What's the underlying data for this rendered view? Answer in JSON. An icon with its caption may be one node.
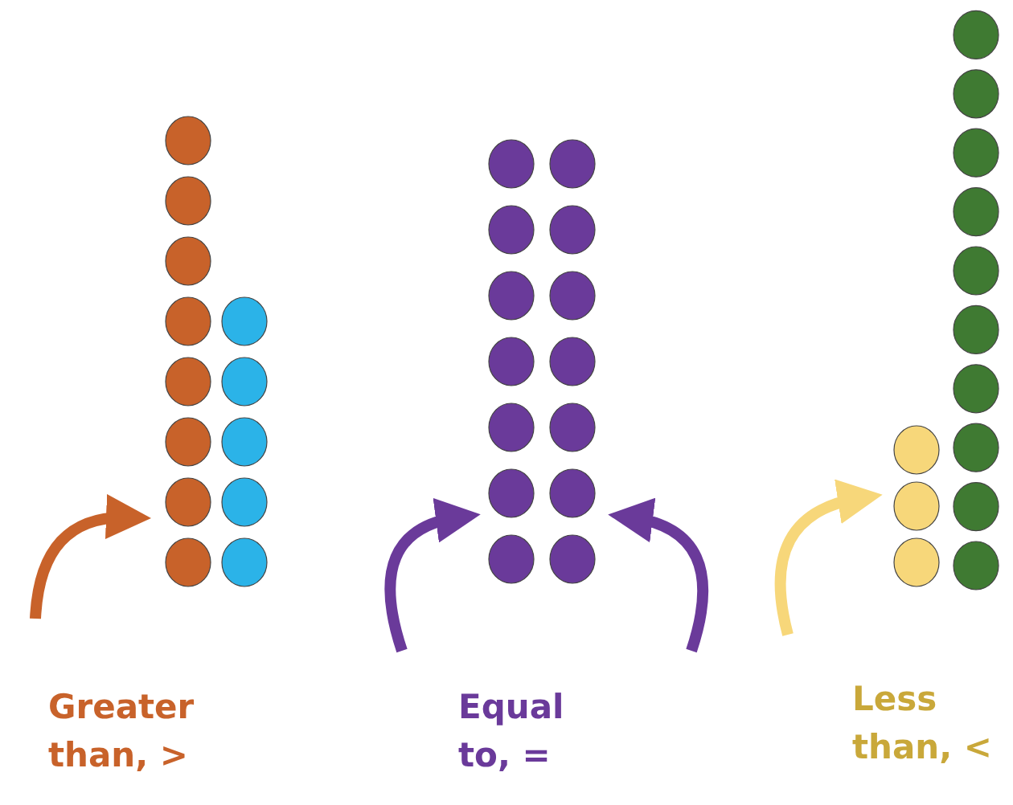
{
  "diagram": {
    "labels": [
      "Greater than, >",
      "Equal to, =",
      "Less than, <"
    ]
  }
}
